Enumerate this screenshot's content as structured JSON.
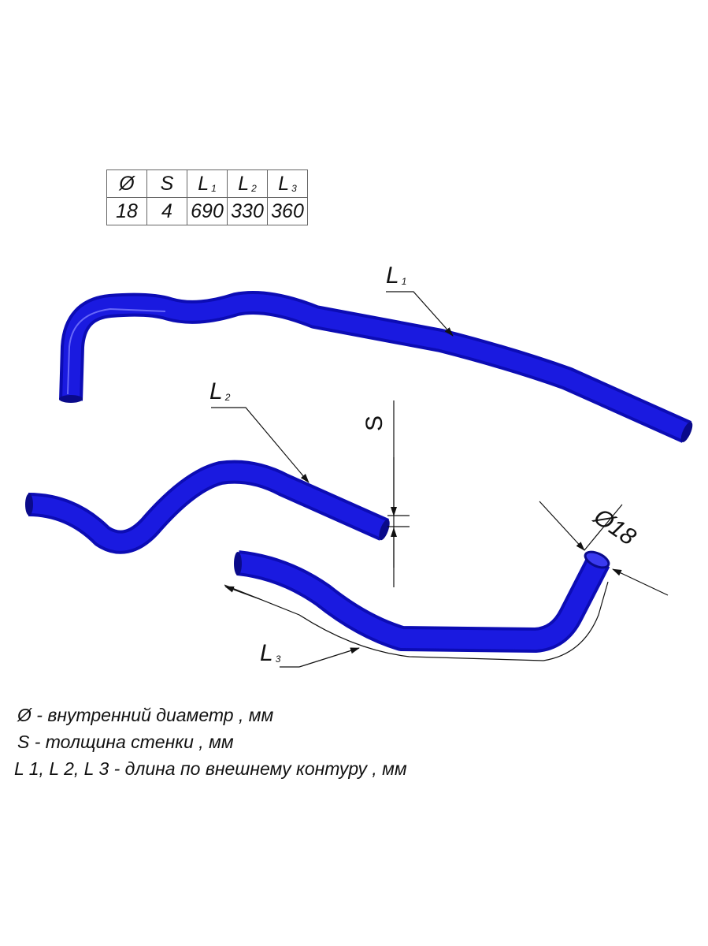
{
  "spec_table": {
    "headers": [
      {
        "main": "Ø",
        "sub": ""
      },
      {
        "main": "S",
        "sub": ""
      },
      {
        "main": "L",
        "sub": "1"
      },
      {
        "main": "L",
        "sub": "2"
      },
      {
        "main": "L",
        "sub": "3"
      }
    ],
    "values": [
      "18",
      "4",
      "690",
      "330",
      "360"
    ]
  },
  "dimension_labels": {
    "l1": {
      "main": "L",
      "sub": "1"
    },
    "l2": {
      "main": "L",
      "sub": "2"
    },
    "l3": {
      "main": "L",
      "sub": "3"
    },
    "s": "S",
    "diameter": "Ø18"
  },
  "colors": {
    "hose": "#1414d2",
    "hose_highlight": "#6a6aff",
    "line": "#111111"
  },
  "legend": [
    {
      "symbol": "Ø",
      "text": "-  внутренний диаметр , мм"
    },
    {
      "symbol": "S",
      "text": "-  толщина стенки , мм"
    },
    {
      "symbol": "L 1, L 2, L 3",
      "text": "- длина по внешнему контуру , мм"
    }
  ]
}
